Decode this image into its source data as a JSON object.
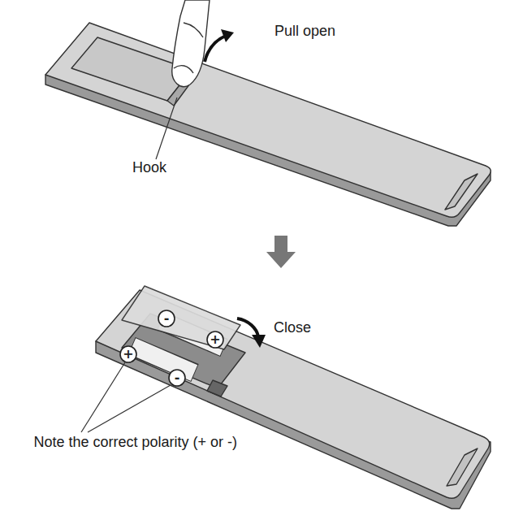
{
  "diagram": {
    "labels": [
      "Pull open",
      "Hook",
      "Close",
      "-",
      "+",
      "+",
      "-",
      "Note the correct polarity (+ or -)"
    ]
  }
}
